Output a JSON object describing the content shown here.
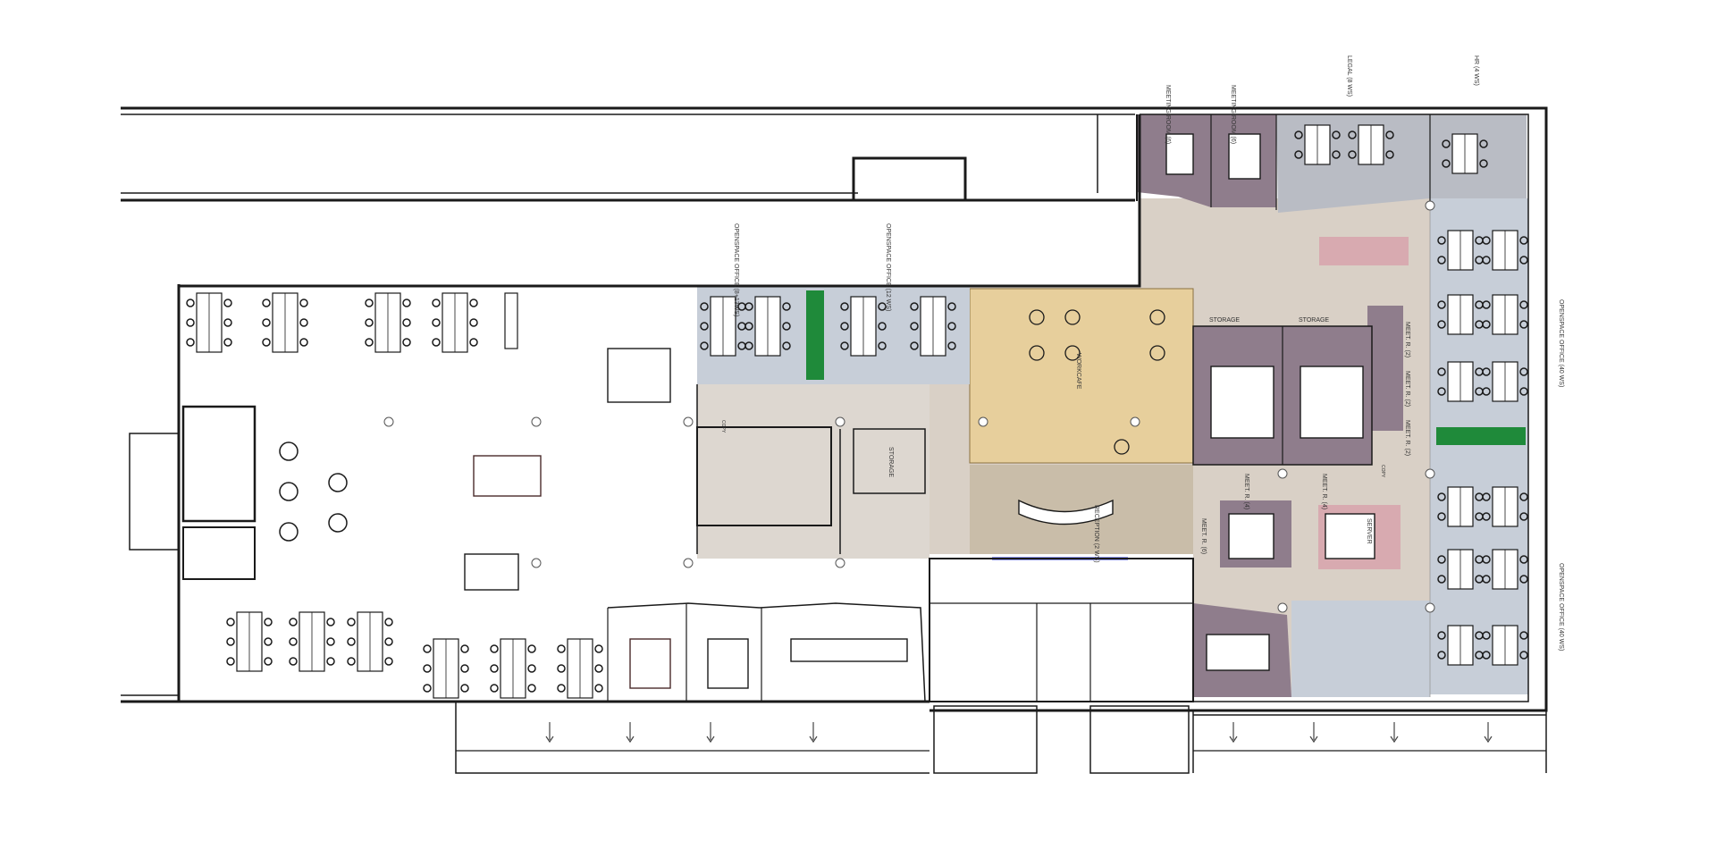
{
  "colors": {
    "wall": "#1a1a1a",
    "open_office_blue": "#c7ced8",
    "meeting_purple": "#8f7d8c",
    "workcafe_tan": "#e7cf9c",
    "corridor_beige": "#d9d0c6",
    "pink_accent": "#d8aab0",
    "green_accent": "#1f8a3a",
    "furniture_dark": "#4a2a2a",
    "blue_line": "#1a2bd8"
  },
  "labels": {
    "meeting_room_1": "MEETING ROOM (6)",
    "meeting_room_2": "MEETING ROOM (6)",
    "legal": "LEGAL (8 WS)",
    "hr": "HR (4 WS)",
    "openspace_1": "OPENSPACE OFFICE (8+13WS)",
    "openspace_2": "OPENSPACE OFFICE (12 WS)",
    "openspace_right_top": "OPENSPACE OFFICE (40 WS)",
    "openspace_right_bottom": "OPENSPACE OFFICE (40 WS)",
    "storage_1": "STORAGE",
    "storage_2": "STORAGE",
    "storage_3": "STORAGE",
    "workcafe": "WORKCAFE",
    "reception": "RECEPTION (2 WS)",
    "meet_r_1": "MEET. R. (4)",
    "meet_r_2": "MEET. R. (4)",
    "meet_r_3": "MEET. R. (2)",
    "meet_r_4": "MEET. R. (2)",
    "meet_r_5": "MEET. R. (2)",
    "meet_r_6": "MEET. R. (6)",
    "server": "SERVER",
    "copy_1": "COPY",
    "copy_2": "COPY"
  }
}
